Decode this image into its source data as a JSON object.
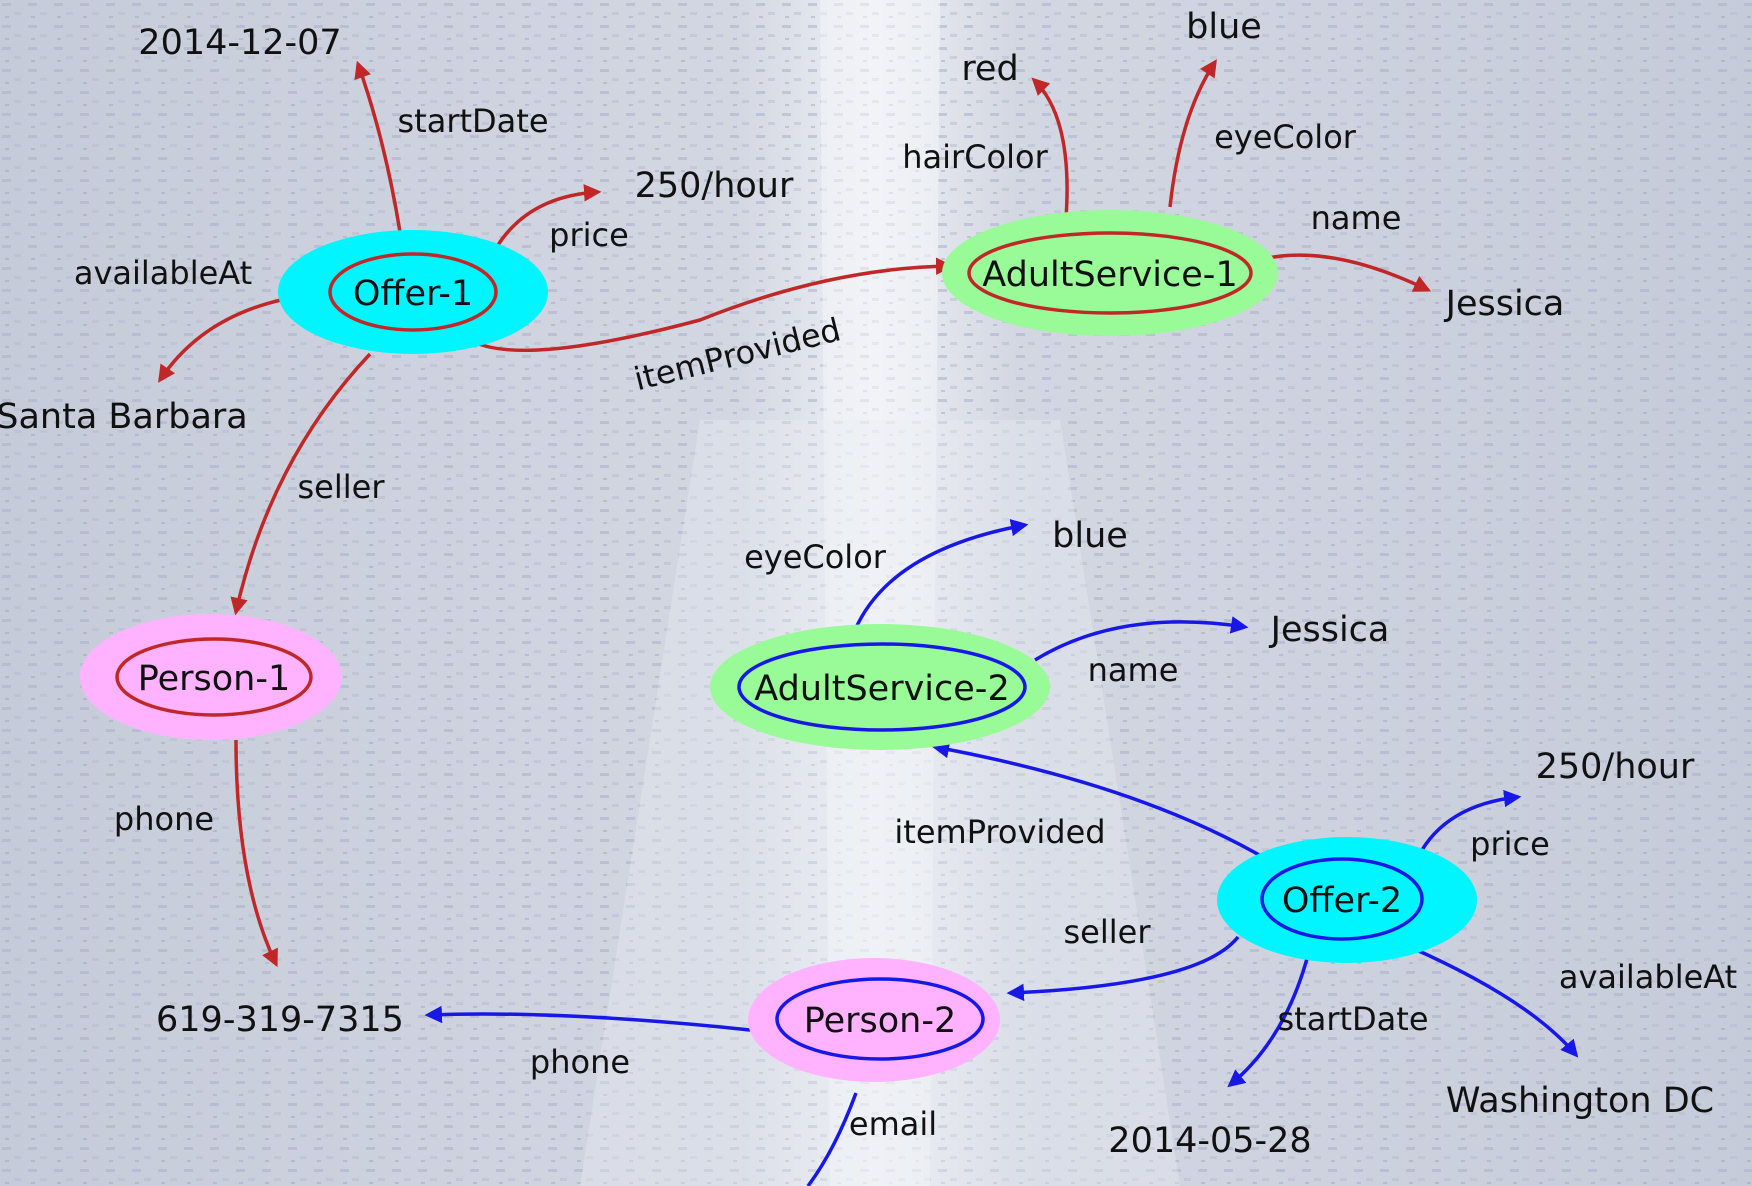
{
  "colors": {
    "offer_fill": "#00f5ff",
    "service_fill": "#98fb98",
    "person_fill": "#ffb3ff",
    "graph1_edge": "#c02828",
    "graph2_edge": "#1818e6",
    "background": "#cfd3df"
  },
  "nodes": {
    "offer1": "Offer-1",
    "service1": "AdultService-1",
    "person1": "Person-1",
    "service2": "AdultService-2",
    "offer2": "Offer-2",
    "person2": "Person-2"
  },
  "values": {
    "date1": "2014-12-07",
    "price1": "250/hour",
    "place1": "Santa Barbara",
    "red": "red",
    "blue1": "blue",
    "name1": "Jessica",
    "phone": "619-319-7315",
    "blue2": "blue",
    "name2": "Jessica",
    "price2": "250/hour",
    "place2": "Washington DC",
    "date2": "2014-05-28"
  },
  "edges": {
    "startDate1": "startDate",
    "price1": "price",
    "availableAt1": "availableAt",
    "itemProvided1": "itemProvided",
    "seller1": "seller",
    "hairColor": "hairColor",
    "eyeColor1": "eyeColor",
    "name1": "name",
    "phone1": "phone",
    "eyeColor2": "eyeColor",
    "name2": "name",
    "itemProvided2": "itemProvided",
    "price2": "price",
    "seller2": "seller",
    "availableAt2": "availableAt",
    "startDate2": "startDate",
    "phone2": "phone",
    "email": "email"
  }
}
